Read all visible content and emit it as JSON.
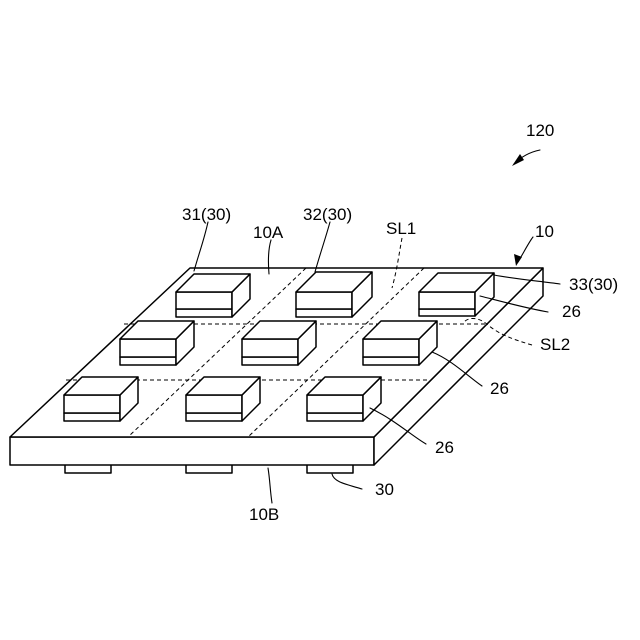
{
  "figure": {
    "ref_assembly": "120",
    "ref_substrate": "10",
    "ref_top_surface": "10A",
    "ref_bottom_surface": "10B",
    "ref_chip_1": "31(30)",
    "ref_chip_2": "32(30)",
    "ref_chip_3": "33(30)",
    "ref_scribe_line_1": "SL1",
    "ref_scribe_line_2": "SL2",
    "ref_pad_a": "26",
    "ref_pad_b": "26",
    "ref_pad_c": "26",
    "ref_bottom_chip": "30"
  }
}
